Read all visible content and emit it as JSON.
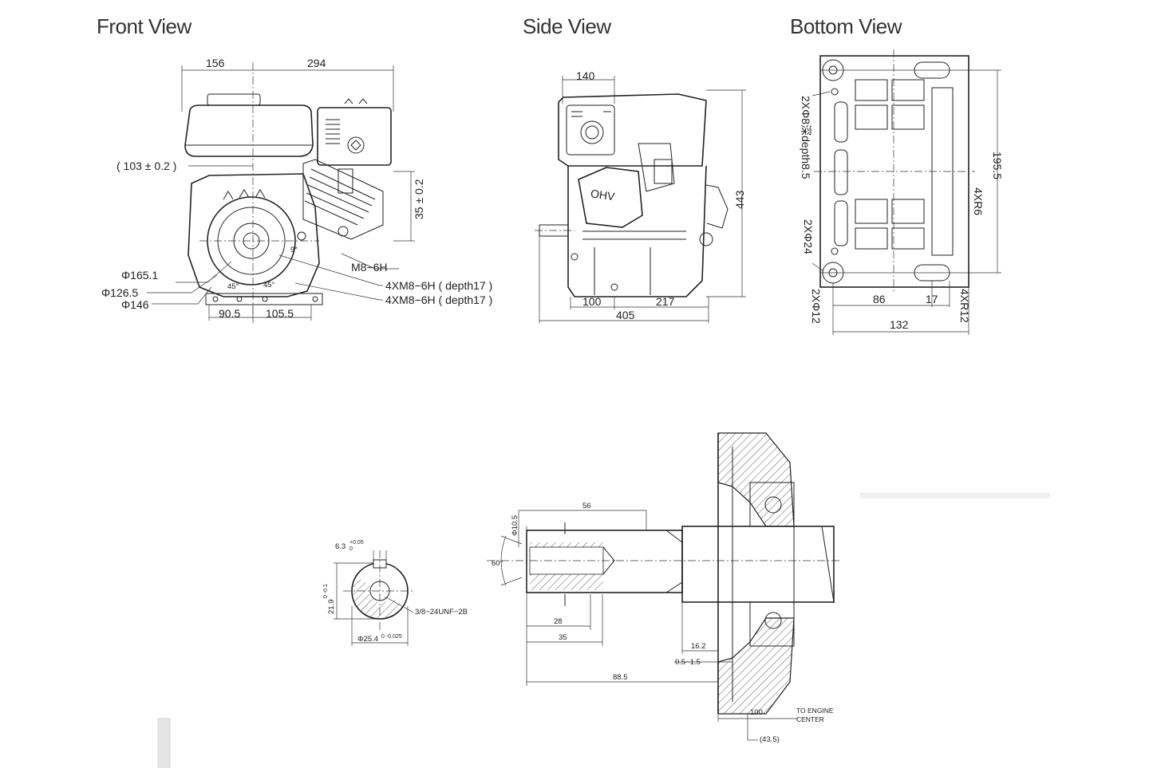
{
  "views": {
    "front": "Front View",
    "side": "Side View",
    "bottom": "Bottom View"
  },
  "front_dims": {
    "d156": "156",
    "d294": "294",
    "d103": "( 103 ± 0.2 )",
    "d35": "35 ± 0.2",
    "d1651": "Φ165.1",
    "d1265": "Φ126.5",
    "d146": "Φ146",
    "m8": "M8−6H",
    "m8a": "4XM8−6H ( depth17 )",
    "m8b": "4XM8−6H ( depth17 )",
    "d905": "90.5",
    "d1055": "105.5",
    "a45l": "45°",
    "a45r": "45°",
    "a9": "9°"
  },
  "side_dims": {
    "d140": "140",
    "d443": "443",
    "d100": "100",
    "d217": "217",
    "d405": "405",
    "ohv": "OHV"
  },
  "bottom_dims": {
    "d1955": "195.5",
    "r6": "4XR6",
    "hole8": "2XΦ8深depth8.5",
    "hole24": "2XΦ24",
    "hole12": "2XΦ12",
    "d86": "86",
    "d17": "17",
    "r12": "4XR12",
    "d132": "132"
  },
  "shaft_dims": {
    "key": "6.3",
    "key_tol": "+0.05",
    "key_tol0": "0",
    "h219": "21.9",
    "h219_tol": "0  -0.1",
    "thread": "3/8−24UNF−2B",
    "dia254": "Φ25.4",
    "dia254_tol": "0  -0.025",
    "d105": "Φ10.5",
    "d56": "56",
    "a60": "60°",
    "d28": "28",
    "d35": "35",
    "d162": "16.2",
    "d0515": "0.5~1.5",
    "d885": "88.5",
    "d100": "100",
    "center1": "TO ENGINE",
    "center2": "CENTER",
    "d435": "(43.5)"
  }
}
